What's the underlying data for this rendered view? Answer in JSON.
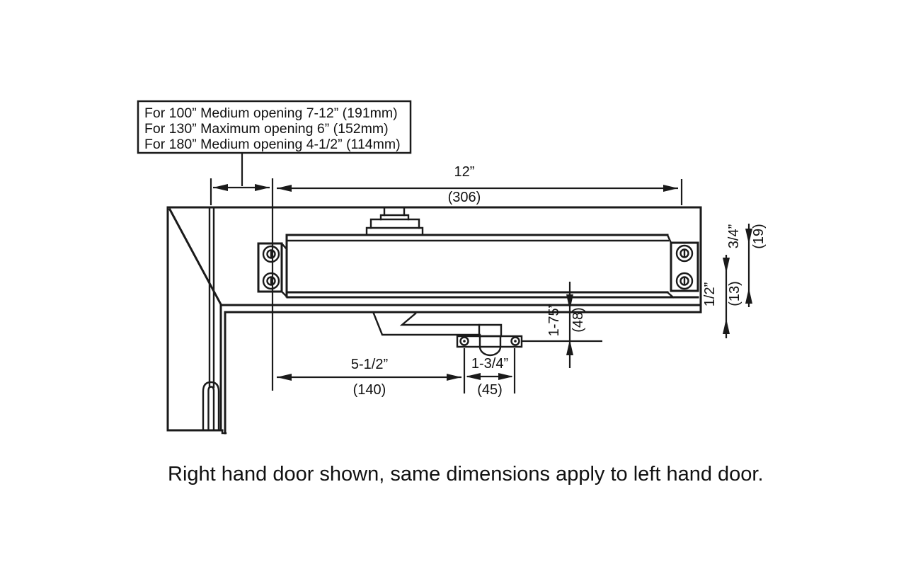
{
  "note_box": {
    "line1": "For 100” Medium opening 7-12” (191mm)",
    "line2": "For 130” Maximum opening 6” (152mm)",
    "line3": "For 180” Medium opening 4-1/2” (114mm)"
  },
  "dims": {
    "top_in": "12”",
    "top_mm": "(306)",
    "span_in": "5-1/2”",
    "span_mm": "(140)",
    "foot_in": "1-3/4”",
    "foot_mm": "(45)",
    "drop_in": "1-75”",
    "drop_mm": "(48)",
    "right_upper_in": "3/4”",
    "right_upper_mm": "(19)",
    "right_lower_in": "1/2”",
    "right_lower_mm": "(13)"
  },
  "caption": "Right hand door shown, same dimensions apply to left hand door.",
  "colors": {
    "line": "#1a1a1a",
    "background": "#ffffff"
  }
}
